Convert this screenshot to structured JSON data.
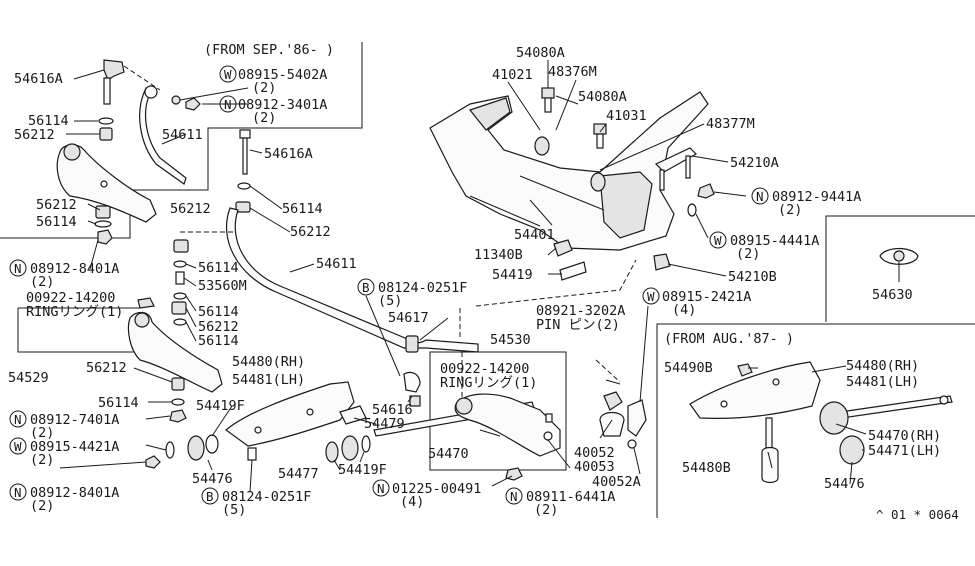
{
  "labels": {
    "from_sep86": "(FROM SEP.'86-  )",
    "p54616A_top": "54616A",
    "w08915_5402A": "08915-5402A",
    "w08915_5402A_qty": "(2)",
    "n08912_3401A": "08912-3401A",
    "n08912_3401A_qty": "(2)",
    "p56114_a": "56114",
    "p56212_a": "56212",
    "p54611_a": "54611",
    "p54616A_mid": "54616A",
    "p56114_b": "56114",
    "p56212_b": "56212",
    "p56212_c": "56212",
    "p56114_c": "56114",
    "n08912_8401A_a": "08912-8401A",
    "n08912_8401A_a_qty": "(2)",
    "p56212_d": "56212",
    "p56114_d": "56114",
    "p53560M": "53560M",
    "p56114_e": "56114",
    "p56212_e": "56212",
    "p56114_f": "56114",
    "p54611_b": "54611",
    "b08124_0251F_a": "08124-0251F",
    "b08124_0251F_a_qty": "(5)",
    "p00922_14200_a": "00922-14200",
    "ring_a": "RINGリング(1)",
    "p54529": "54529",
    "p56212_g": "56212",
    "p56114_g": "56114",
    "n08912_7401A": "08912-7401A",
    "n08912_7401A_qty": "(2)",
    "w08915_4421A": "08915-4421A",
    "w08915_4421A_qty": "(2)",
    "n08912_8401A_b": "08912-8401A",
    "n08912_8401A_b_qty": "(2)",
    "p54419F_a": "54419F",
    "p54476_a": "54476",
    "b08124_0251F_b": "08124-0251F",
    "b08124_0251F_b_qty": "(5)",
    "p54477": "54477",
    "p54419F_b": "54419F",
    "p54479": "54479",
    "p54616": "54616",
    "p54480RH": "54480(RH)",
    "p54481LH": "54481(LH)",
    "p54617": "54617",
    "p54530": "54530",
    "p00922_14200_b": "00922-14200",
    "ring_b": "RINGリング(1)",
    "p54470_a": "54470",
    "n01225_00491": "01225-00491",
    "n01225_00491_qty": "(4)",
    "n08911_6441A": "08911-6441A",
    "n08911_6441A_qty": "(2)",
    "p40052": "40052",
    "p40053": "40053",
    "p40052A": "40052A",
    "p08921_3202A": "08921-3202A",
    "pin": "PIN ピン(2)",
    "w08915_2421A": "08915-2421A",
    "w08915_2421A_qty": "(4)",
    "p54080A": "54080A",
    "p41021": "41021",
    "p48376M": "48376M",
    "p54080A_b": "54080A",
    "p41031": "41031",
    "p48377M": "48377M",
    "p54210A": "54210A",
    "n08912_9441A": "08912-9441A",
    "n08912_9441A_qty": "(2)",
    "w08915_4441A": "08915-4441A",
    "w08915_4441A_qty": "(2)",
    "p54401": "54401",
    "p11340B": "11340B",
    "p54419": "54419",
    "p54210B": "54210B",
    "p54630": "54630",
    "from_aug87": "(FROM AUG.'87-  )",
    "p54490B": "54490B",
    "p54480RH_b": "54480(RH)",
    "p54481LH_b": "54481(LH)",
    "p54470RH": "54470(RH)",
    "p54471LH": "54471(LH)",
    "p54480B": "54480B",
    "p54476_b": "54476",
    "diagram_code": "^ 01 * 0064"
  },
  "prefix_marks": {
    "w": "W",
    "n": "N",
    "b": "B"
  }
}
